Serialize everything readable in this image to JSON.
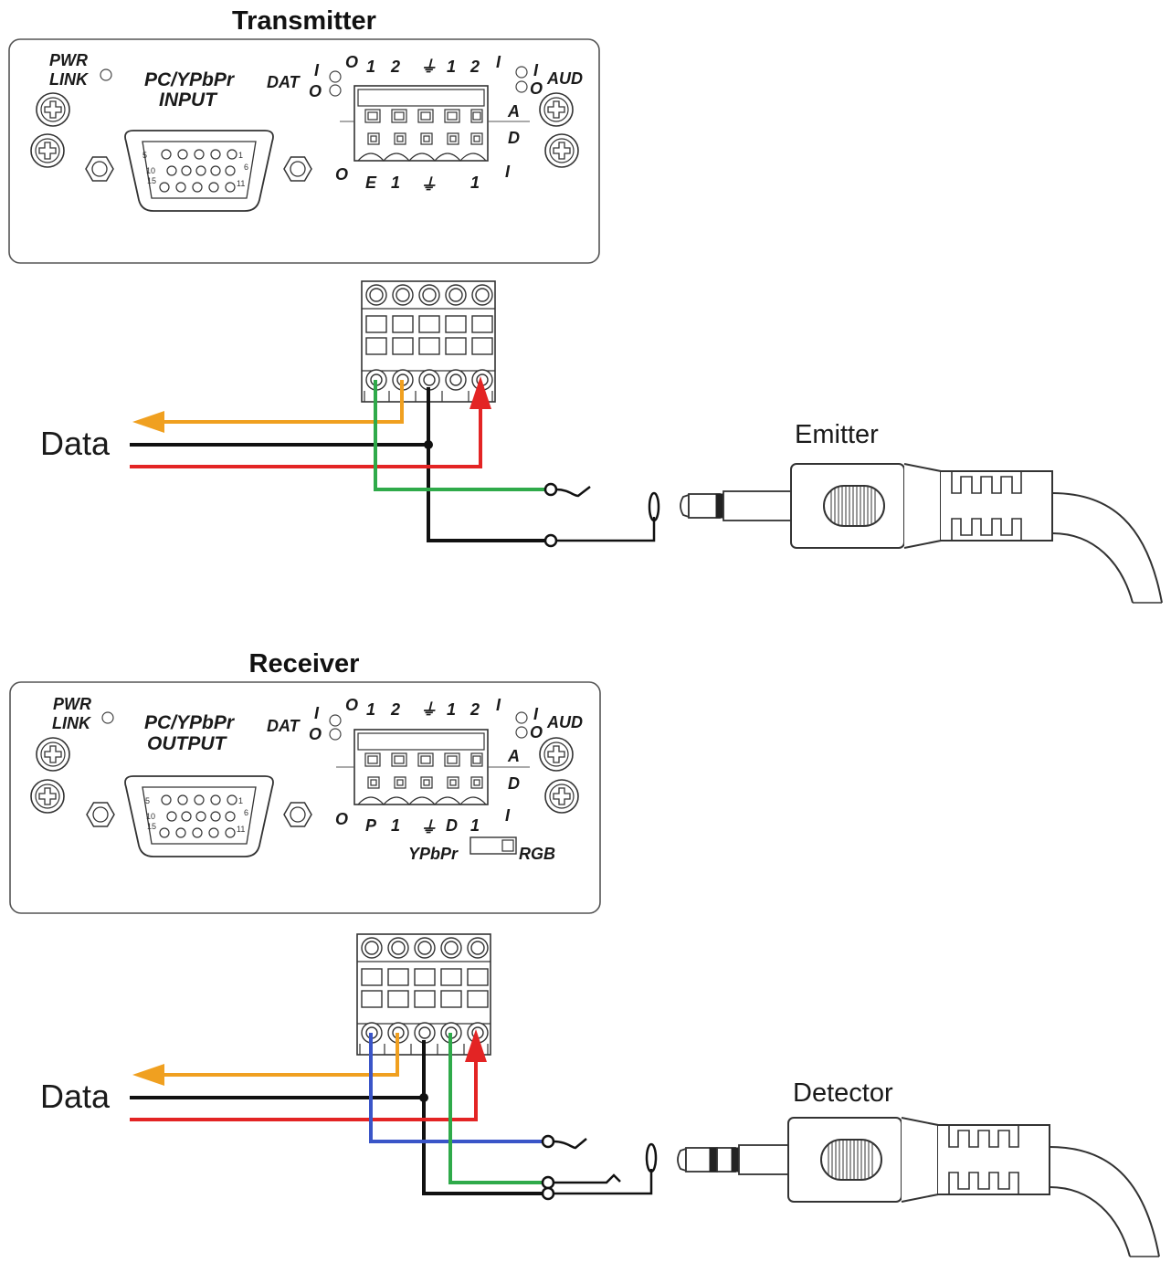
{
  "transmitter": {
    "title": "Transmitter",
    "pwr_label": "PWR",
    "link_label": "LINK",
    "input_label_1": "PC/YPbPr",
    "input_label_2": "INPUT",
    "dat_label": "DAT",
    "dat_i": "I",
    "dat_o": "O",
    "aud_label": "AUD",
    "aud_i": "I",
    "aud_o": "O",
    "top_pins": [
      "O",
      "1",
      "2",
      "⏚",
      "1",
      "2",
      "I"
    ],
    "bottom_pins": [
      "O",
      "E",
      "1",
      "⏚",
      "1",
      "I"
    ],
    "side_a": "A",
    "side_d": "D"
  },
  "receiver": {
    "title": "Receiver",
    "pwr_label": "PWR",
    "link_label": "LINK",
    "output_label_1": "PC/YPbPr",
    "output_label_2": "OUTPUT",
    "dat_label": "DAT",
    "dat_i": "I",
    "dat_o": "O",
    "aud_label": "AUD",
    "aud_i": "I",
    "aud_o": "O",
    "top_pins": [
      "O",
      "1",
      "2",
      "⏚",
      "1",
      "2",
      "I"
    ],
    "bottom_pins": [
      "O",
      "P",
      "1",
      "⏚",
      "D",
      "1",
      "I"
    ],
    "side_a": "A",
    "side_d": "D",
    "switch_left": "YPbPr",
    "switch_right": "RGB"
  },
  "vga_pins": {
    "p5": "5",
    "p1": "1",
    "p10": "10",
    "p6": "6",
    "p15": "15",
    "p11": "11"
  },
  "wiring": {
    "tx_data_label": "Data",
    "rx_data_label": "Data",
    "emitter_label": "Emitter",
    "detector_label": "Detector"
  },
  "colors": {
    "orange": "#f0a020",
    "black": "#111111",
    "red": "#e32424",
    "green": "#2faa4a",
    "blue": "#3a55c8"
  }
}
